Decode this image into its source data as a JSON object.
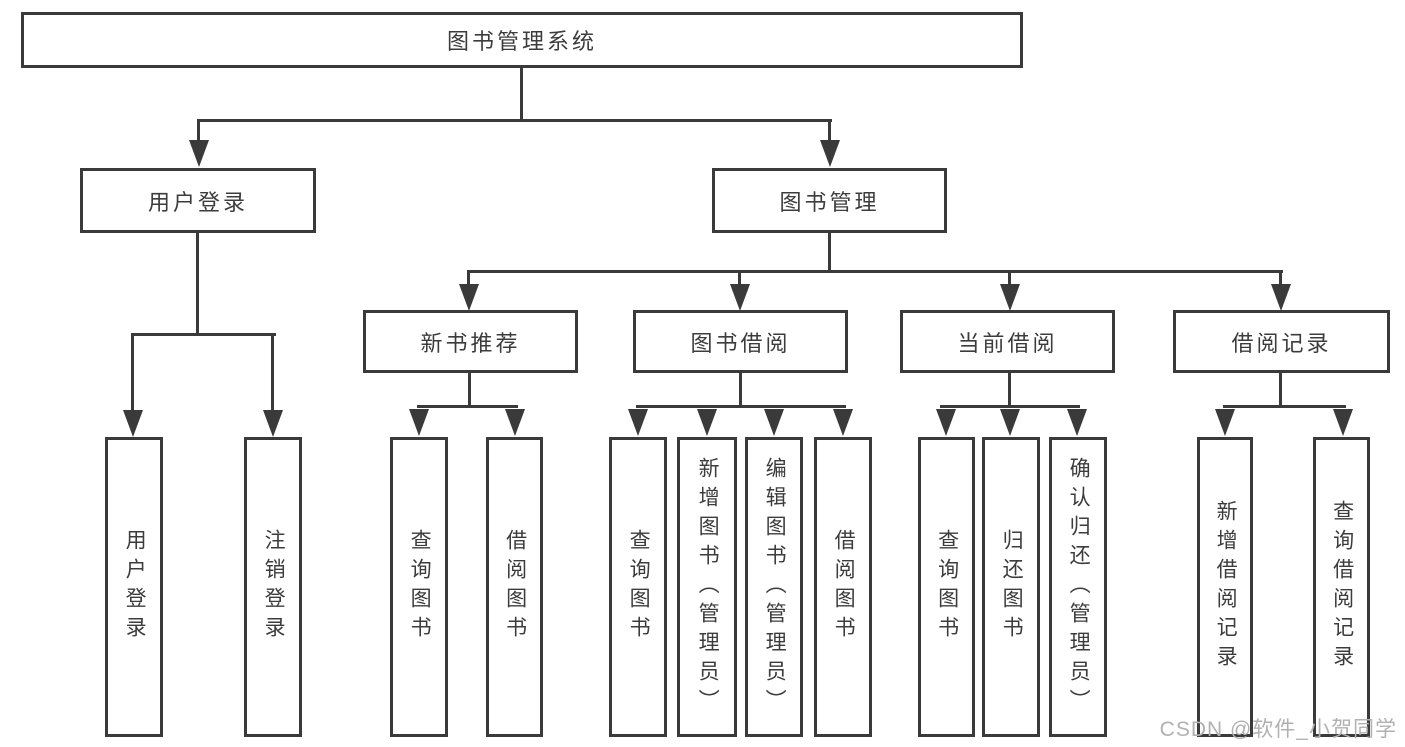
{
  "diagram": {
    "colors": {
      "line": "#3a3a3a",
      "text": "#3c3c3c",
      "box_background": "#ffffff",
      "page_background": "#ffffff",
      "watermark": "#b1b1b1"
    },
    "root": {
      "label": "图书管理系统"
    },
    "level2": [
      {
        "label": "用户登录"
      },
      {
        "label": "图书管理"
      }
    ],
    "level3": [
      {
        "label": "新书推荐",
        "parent": "图书管理"
      },
      {
        "label": "图书借阅",
        "parent": "图书管理"
      },
      {
        "label": "当前借阅",
        "parent": "图书管理"
      },
      {
        "label": "借阅记录",
        "parent": "图书管理"
      }
    ],
    "leaves": [
      {
        "label": "用户登录",
        "parent": "用户登录"
      },
      {
        "label": "注销登录",
        "parent": "用户登录"
      },
      {
        "label": "查询图书",
        "parent": "新书推荐"
      },
      {
        "label": "借阅图书",
        "parent": "新书推荐"
      },
      {
        "label": "查询图书",
        "parent": "图书借阅"
      },
      {
        "label": "新增图书（管理员）",
        "parent": "图书借阅"
      },
      {
        "label": "编辑图书（管理员）",
        "parent": "图书借阅"
      },
      {
        "label": "借阅图书",
        "parent": "图书借阅"
      },
      {
        "label": "查询图书",
        "parent": "当前借阅"
      },
      {
        "label": "归还图书",
        "parent": "当前借阅"
      },
      {
        "label": "确认归还（管理员）",
        "parent": "当前借阅"
      },
      {
        "label": "新增借阅记录",
        "parent": "借阅记录"
      },
      {
        "label": "查询借阅记录",
        "parent": "借阅记录"
      }
    ],
    "watermark": "CSDN @软件_小贺同学"
  }
}
